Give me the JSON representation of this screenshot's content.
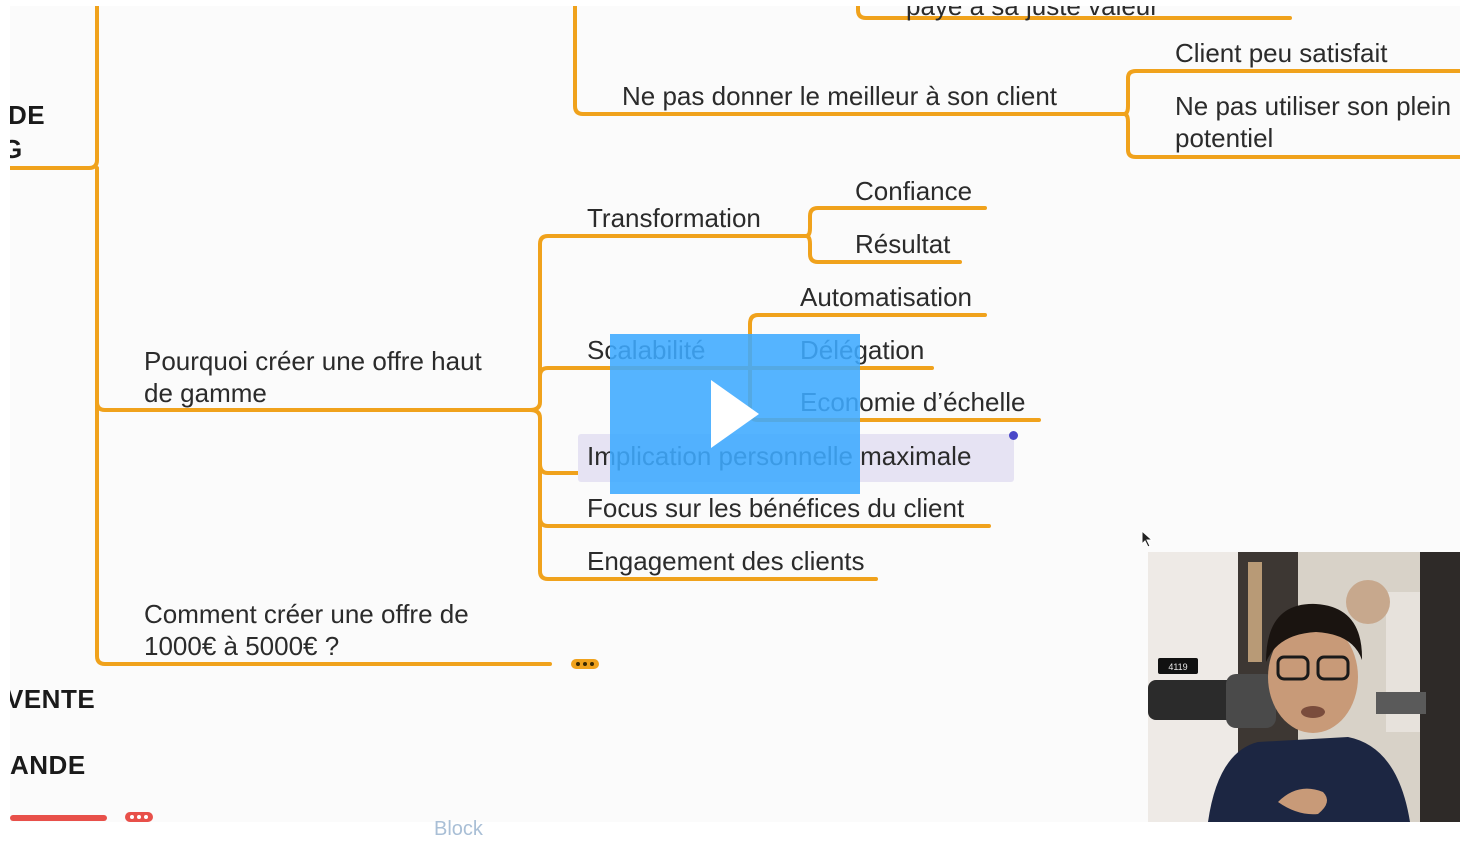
{
  "map": {
    "roots": [
      "DE",
      "G",
      "VENTE",
      "ANDE"
    ],
    "top_partial": "payé à sa juste valeur",
    "ne_pas_donner": "Ne pas donner le meilleur à son client",
    "client_peu": "Client peu satisfait",
    "ne_pas_utiliser": "Ne pas utiliser son plein potentiel",
    "pourquoi": "Pourquoi créer une offre haut de gamme",
    "transformation": "Transformation",
    "confiance": "Confiance",
    "resultat": "Résultat",
    "scalabilite": "Scalabilité",
    "automatisation": "Automatisation",
    "delegation": "Délégation",
    "economie": "Economie d’échelle",
    "implication": "Implication personnelle maximale",
    "focus": "Focus sur les bénéfices du client",
    "engagement": "Engagement des clients",
    "comment": "Comment créer une offre de 1000€ à 5000€ ?"
  },
  "colors": {
    "branch": "#f0a21c",
    "player_overlay": "#3eaaff",
    "selection": "#e6e3f3",
    "collapse_red": "#e8504a"
  },
  "icons": [
    "play-icon",
    "more-dots-icon",
    "cursor-icon"
  ],
  "webcam": {
    "counter": "4119"
  },
  "watermark": "Block"
}
